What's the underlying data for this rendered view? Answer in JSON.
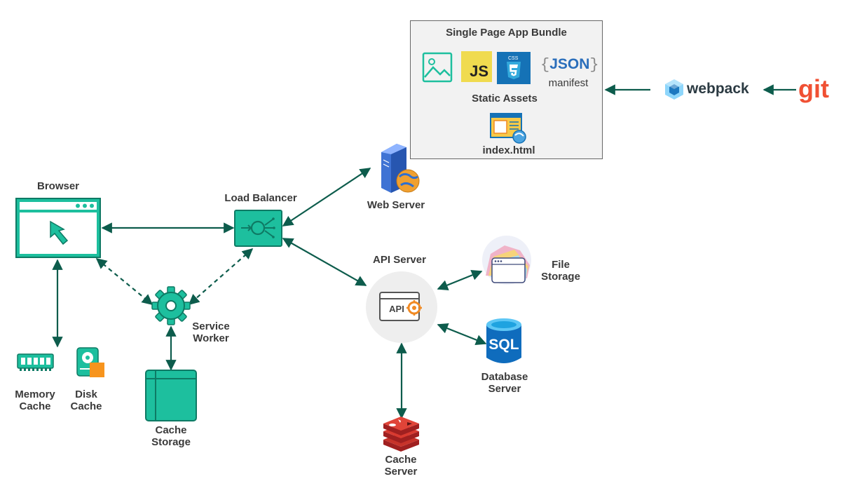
{
  "colors": {
    "teal": "#1dbf9e",
    "teal_dark": "#0e7a64",
    "arrow": "#0d5c4c",
    "bundle_bg": "#f2f2f2",
    "js_yellow": "#f0db4f",
    "css_blue": "#1572b6",
    "json_blue": "#2a6ebb",
    "redis_red": "#c7332a",
    "sql_blue": "#0f6cbd",
    "git_orange": "#f05033",
    "webpack_blue": "#8ed6fb"
  },
  "bundle": {
    "title": "Single Page App Bundle",
    "json_word": "JSON",
    "json_caption": "manifest",
    "js_text": "JS",
    "css_text": "CSS",
    "static_assets_label": "Static Assets",
    "index_label": "index.html"
  },
  "webpack": {
    "label": "webpack",
    "icon": "webpack-cube-icon"
  },
  "git": {
    "label": "git"
  },
  "browser": {
    "label": "Browser",
    "icon": "browser-window-icon"
  },
  "load_balancer": {
    "label": "Load Balancer",
    "icon": "load-balancer-icon"
  },
  "web_server": {
    "label": "Web Server",
    "icon": "web-server-icon"
  },
  "api_server": {
    "label": "API Server",
    "icon_text": "API"
  },
  "file_storage": {
    "label_line1": "File",
    "label_line2": "Storage",
    "icon": "file-storage-icon"
  },
  "database_server": {
    "label_line1": "Database",
    "label_line2": "Server",
    "icon_text": "SQL"
  },
  "cache_server": {
    "label_line1": "Cache",
    "label_line2": "Server",
    "icon": "redis-icon"
  },
  "service_worker": {
    "label_line1": "Service",
    "label_line2": "Worker",
    "icon": "gear-icon"
  },
  "cache_storage": {
    "label_line1": "Cache",
    "label_line2": "Storage",
    "icon": "storage-grid-icon"
  },
  "memory_cache": {
    "label_line1": "Memory",
    "label_line2": "Cache",
    "icon": "memory-chip-icon"
  },
  "disk_cache": {
    "label_line1": "Disk",
    "label_line2": "Cache",
    "icon": "disk-drive-icon"
  },
  "edges": [
    {
      "from": "Browser",
      "to": "Load Balancer",
      "style": "solid",
      "direction": "both"
    },
    {
      "from": "Load Balancer",
      "to": "Web Server",
      "style": "solid",
      "direction": "both"
    },
    {
      "from": "Load Balancer",
      "to": "API Server",
      "style": "solid",
      "direction": "both"
    },
    {
      "from": "Browser",
      "to": "Service Worker",
      "style": "dashed",
      "direction": "both"
    },
    {
      "from": "Load Balancer",
      "to": "Service Worker",
      "style": "dashed",
      "direction": "both"
    },
    {
      "from": "Service Worker",
      "to": "Cache Storage",
      "style": "solid",
      "direction": "both"
    },
    {
      "from": "Browser",
      "to": "Memory Cache",
      "style": "solid",
      "direction": "both"
    },
    {
      "from": "API Server",
      "to": "File Storage",
      "style": "solid",
      "direction": "both"
    },
    {
      "from": "API Server",
      "to": "Database Server",
      "style": "solid",
      "direction": "both"
    },
    {
      "from": "API Server",
      "to": "Cache Server",
      "style": "solid",
      "direction": "both"
    },
    {
      "from": "webpack",
      "to": "Single Page App Bundle",
      "style": "solid",
      "direction": "forward"
    },
    {
      "from": "git",
      "to": "webpack",
      "style": "solid",
      "direction": "forward"
    }
  ]
}
